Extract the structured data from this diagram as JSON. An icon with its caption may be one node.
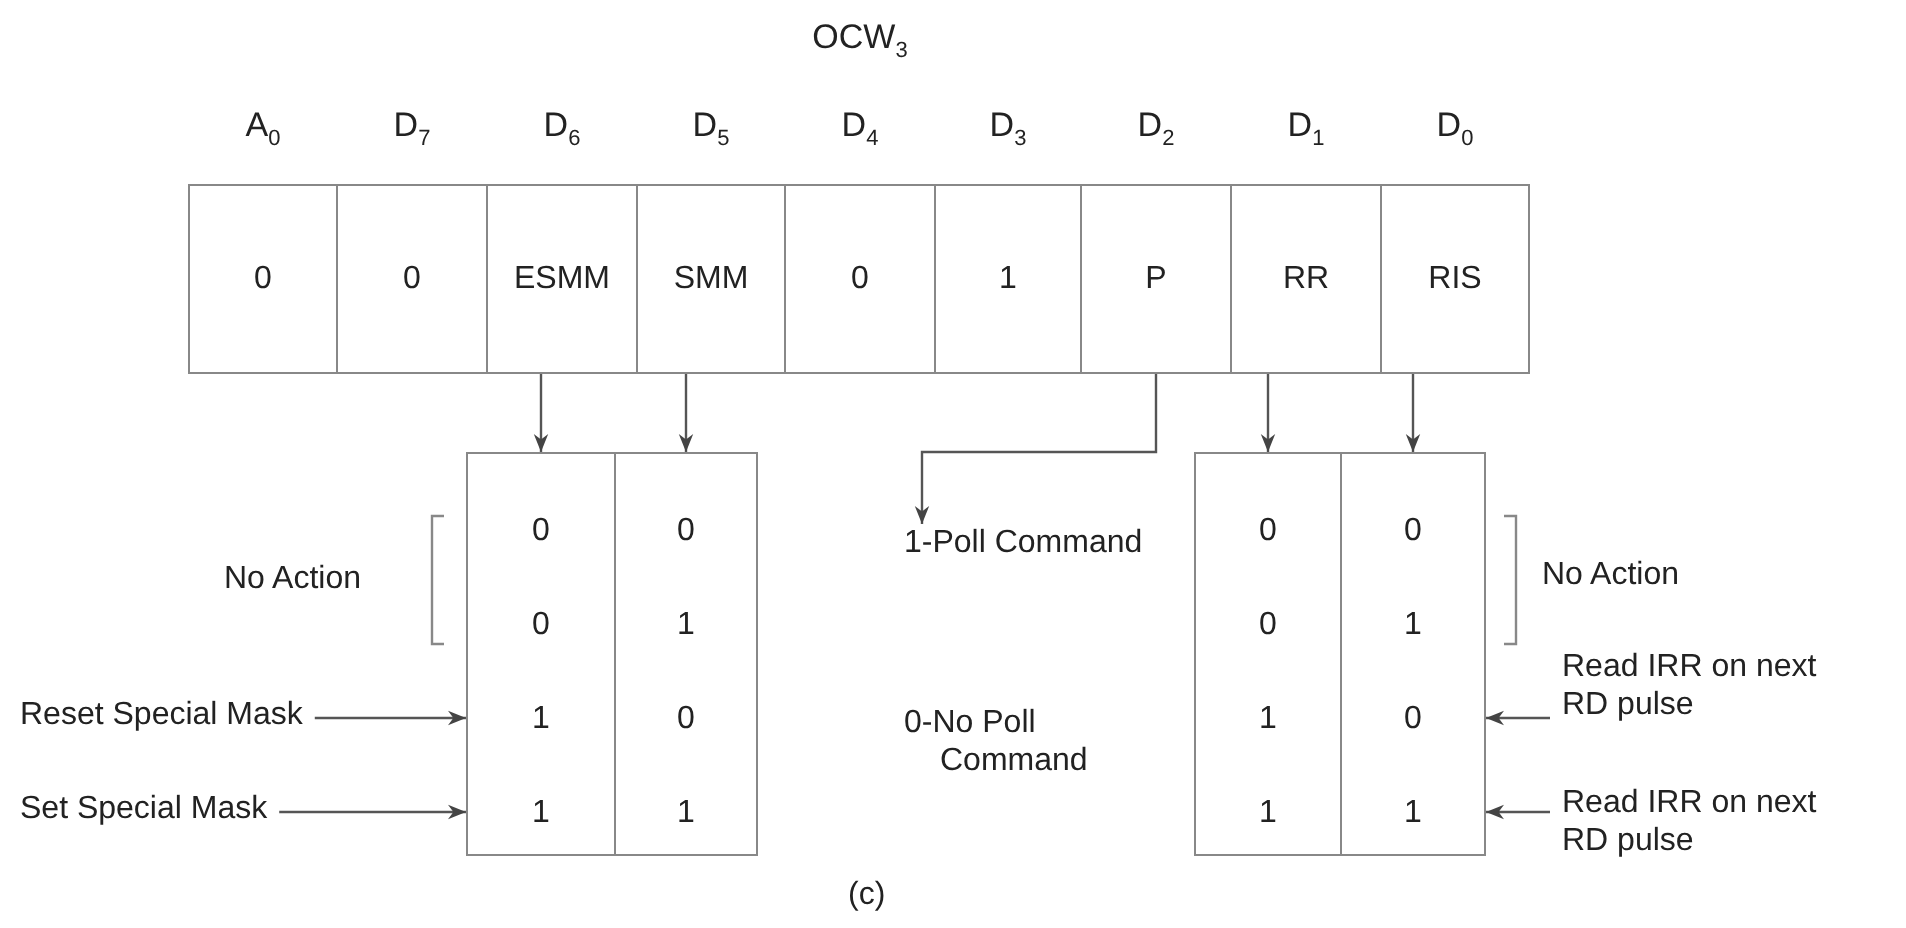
{
  "diagram": {
    "title": "OCW$_{3}$",
    "nodes": [
      {
        "text": [
          "0"
        ],
        "beside": [
          "A$_{0}$"
        ]
      },
      {
        "text": [
          "0"
        ],
        "beside": [
          "D$_{7}$"
        ]
      },
      {
        "text": [
          "ESMM"
        ],
        "beside": [
          "D$_{6}$"
        ]
      },
      {
        "text": [
          "SMM"
        ],
        "beside": [
          "D$_{5}$"
        ]
      },
      {
        "text": [
          "0"
        ],
        "beside": [
          "D$_{4}$"
        ]
      },
      {
        "text": [
          "1"
        ],
        "beside": [
          "D$_{3}$"
        ]
      },
      {
        "text": [
          "P"
        ],
        "beside": [
          "D$_{2}$"
        ]
      },
      {
        "text": [
          "RR"
        ],
        "beside": [
          "D$_{1}$"
        ]
      },
      {
        "text": [
          "RIS"
        ],
        "beside": [
          "D$_{0}$"
        ]
      },
      {
        "text": [
          "0",
          "0",
          "1",
          "1"
        ]
      },
      {
        "text": [
          "0",
          "1",
          "0",
          "1"
        ]
      },
      {
        "text": [
          "1-Poll Command"
        ]
      },
      {
        "text": [
          "0-No Poll Command"
        ]
      },
      {
        "text": [
          "0",
          "0",
          "1",
          "1"
        ]
      },
      {
        "text": [
          "0",
          "1",
          "0",
          "1"
        ]
      },
      {
        "text": [
          "Reset Special Mask"
        ]
      },
      {
        "text": [
          "Set Special Mask"
        ]
      },
      {
        "text": [
          "Read IRR on next RD pulse"
        ]
      },
      {
        "text": [
          "Read IRR on next RD pulse"
        ]
      }
    ],
    "edges": [
      {
        "from": 2,
        "to": 9,
        "arrow": "to"
      },
      {
        "from": 3,
        "to": 10,
        "arrow": "to"
      },
      {
        "from": 6,
        "to": 11,
        "arrow": "to"
      },
      {
        "from": 7,
        "to": 13,
        "arrow": "to"
      },
      {
        "from": 8,
        "to": 14,
        "arrow": "to"
      },
      {
        "from": 15,
        "to": 9,
        "arrow": "to"
      },
      {
        "from": 16,
        "to": 9,
        "arrow": "to"
      },
      {
        "from": 17,
        "to": 14,
        "arrow": "to"
      },
      {
        "from": 18,
        "to": 14,
        "arrow": "to"
      }
    ],
    "labels": [
      "No Action",
      "No Action",
      "(c)"
    ]
  }
}
